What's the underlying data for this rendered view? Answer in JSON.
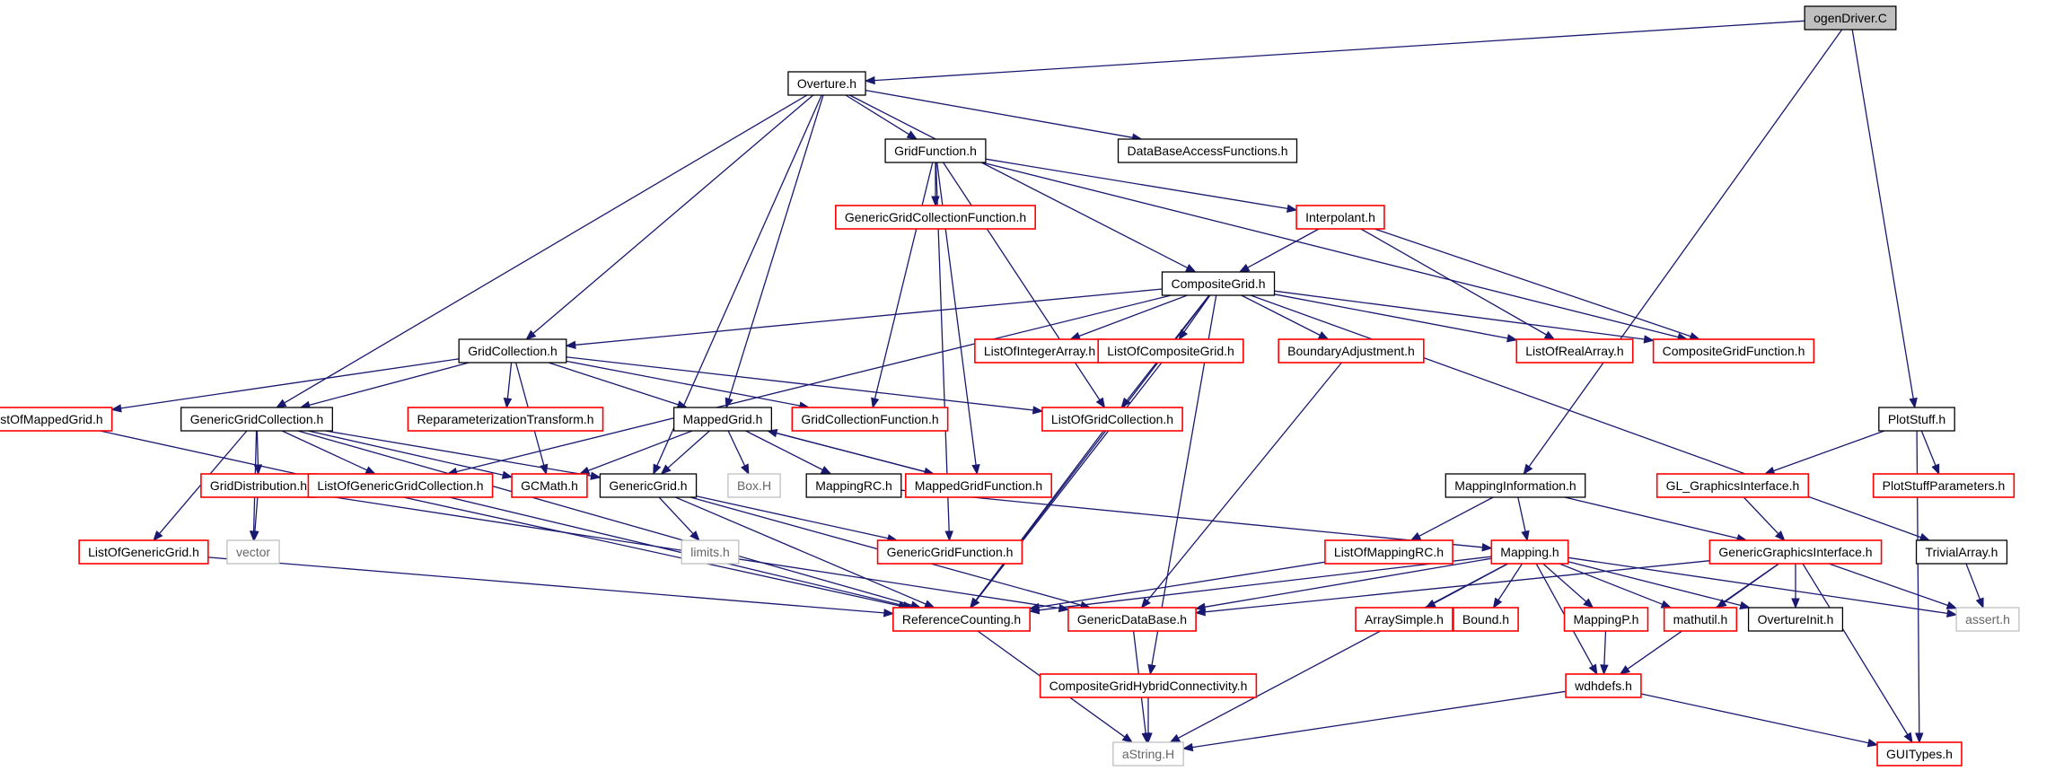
{
  "colors": {
    "edge": "#191970",
    "normal_border": "#000000",
    "red_border": "#ff0000",
    "gray_border": "#bfbfbf",
    "root_fill": "#bfbfbf",
    "gray_text": "#666666"
  },
  "nodes": [
    {
      "id": "ogenDriver",
      "label": "ogenDriver.C",
      "style": "root"
    },
    {
      "id": "Overture",
      "label": "Overture.h",
      "style": "normal"
    },
    {
      "id": "GridFunction",
      "label": "GridFunction.h",
      "style": "normal"
    },
    {
      "id": "DataBaseAccessFunctions",
      "label": "DataBaseAccessFunctions.h",
      "style": "normal"
    },
    {
      "id": "GenericGridCollectionFunction",
      "label": "GenericGridCollectionFunction.h",
      "style": "red"
    },
    {
      "id": "Interpolant",
      "label": "Interpolant.h",
      "style": "red"
    },
    {
      "id": "CompositeGrid",
      "label": "CompositeGrid.h",
      "style": "normal"
    },
    {
      "id": "GridCollection",
      "label": "GridCollection.h",
      "style": "normal"
    },
    {
      "id": "ListOfIntegerArray",
      "label": "ListOfIntegerArray.h",
      "style": "red"
    },
    {
      "id": "ListOfCompositeGrid",
      "label": "ListOfCompositeGrid.h",
      "style": "red"
    },
    {
      "id": "BoundaryAdjustment",
      "label": "BoundaryAdjustment.h",
      "style": "red"
    },
    {
      "id": "ListOfRealArray",
      "label": "ListOfRealArray.h",
      "style": "red"
    },
    {
      "id": "CompositeGridFunction",
      "label": "CompositeGridFunction.h",
      "style": "red"
    },
    {
      "id": "ListOfMappedGrid",
      "label": "ListOfMappedGrid.h",
      "style": "red"
    },
    {
      "id": "GenericGridCollection",
      "label": "GenericGridCollection.h",
      "style": "normal"
    },
    {
      "id": "ReparameterizationTransform",
      "label": "ReparameterizationTransform.h",
      "style": "red"
    },
    {
      "id": "MappedGrid",
      "label": "MappedGrid.h",
      "style": "normal"
    },
    {
      "id": "GridCollectionFunction",
      "label": "GridCollectionFunction.h",
      "style": "red"
    },
    {
      "id": "ListOfGridCollection",
      "label": "ListOfGridCollection.h",
      "style": "red"
    },
    {
      "id": "PlotStuff",
      "label": "PlotStuff.h",
      "style": "normal"
    },
    {
      "id": "GridDistribution",
      "label": "GridDistribution.h",
      "style": "red"
    },
    {
      "id": "ListOfGenericGridCollection",
      "label": "ListOfGenericGridCollection.h",
      "style": "red"
    },
    {
      "id": "GCMath",
      "label": "GCMath.h",
      "style": "red"
    },
    {
      "id": "GenericGrid",
      "label": "GenericGrid.h",
      "style": "normal"
    },
    {
      "id": "BoxH",
      "label": "Box.H",
      "style": "gray"
    },
    {
      "id": "MappingRC",
      "label": "MappingRC.h",
      "style": "normal"
    },
    {
      "id": "MappedGridFunction",
      "label": "MappedGridFunction.h",
      "style": "red"
    },
    {
      "id": "MappingInformation",
      "label": "MappingInformation.h",
      "style": "normal"
    },
    {
      "id": "GL_GraphicsInterface",
      "label": "GL_GraphicsInterface.h",
      "style": "red"
    },
    {
      "id": "PlotStuffParameters",
      "label": "PlotStuffParameters.h",
      "style": "red"
    },
    {
      "id": "ListOfGenericGrid",
      "label": "ListOfGenericGrid.h",
      "style": "red"
    },
    {
      "id": "vector",
      "label": "vector",
      "style": "gray"
    },
    {
      "id": "limits",
      "label": "limits.h",
      "style": "gray"
    },
    {
      "id": "GenericGridFunction",
      "label": "GenericGridFunction.h",
      "style": "red"
    },
    {
      "id": "ListOfMappingRC",
      "label": "ListOfMappingRC.h",
      "style": "red"
    },
    {
      "id": "Mapping",
      "label": "Mapping.h",
      "style": "red"
    },
    {
      "id": "GenericGraphicsInterface",
      "label": "GenericGraphicsInterface.h",
      "style": "red"
    },
    {
      "id": "TrivialArray",
      "label": "TrivialArray.h",
      "style": "normal"
    },
    {
      "id": "ReferenceCounting",
      "label": "ReferenceCounting.h",
      "style": "red"
    },
    {
      "id": "GenericDataBase",
      "label": "GenericDataBase.h",
      "style": "red"
    },
    {
      "id": "ArraySimple",
      "label": "ArraySimple.h",
      "style": "red"
    },
    {
      "id": "Bound",
      "label": "Bound.h",
      "style": "red"
    },
    {
      "id": "MappingP",
      "label": "MappingP.h",
      "style": "red"
    },
    {
      "id": "mathutil",
      "label": "mathutil.h",
      "style": "red"
    },
    {
      "id": "OvertureInit",
      "label": "OvertureInit.h",
      "style": "normal"
    },
    {
      "id": "assert",
      "label": "assert.h",
      "style": "gray"
    },
    {
      "id": "CompositeGridHybridConnectivity",
      "label": "CompositeGridHybridConnectivity.h",
      "style": "red"
    },
    {
      "id": "wdhdefs",
      "label": "wdhdefs.h",
      "style": "red"
    },
    {
      "id": "aString",
      "label": "aString.H",
      "style": "gray"
    },
    {
      "id": "GUITypes",
      "label": "GUITypes.h",
      "style": "red"
    }
  ],
  "edges": [
    [
      "ogenDriver",
      "Overture"
    ],
    [
      "ogenDriver",
      "MappingInformation"
    ],
    [
      "ogenDriver",
      "PlotStuff"
    ],
    [
      "Overture",
      "GridFunction"
    ],
    [
      "Overture",
      "DataBaseAccessFunctions"
    ],
    [
      "Overture",
      "CompositeGrid"
    ],
    [
      "Overture",
      "GridCollection"
    ],
    [
      "Overture",
      "GenericGridCollection"
    ],
    [
      "Overture",
      "MappedGrid"
    ],
    [
      "Overture",
      "GenericGrid"
    ],
    [
      "GridFunction",
      "GenericGridCollectionFunction"
    ],
    [
      "GridFunction",
      "Interpolant"
    ],
    [
      "GridFunction",
      "CompositeGridFunction"
    ],
    [
      "GridFunction",
      "GridCollectionFunction"
    ],
    [
      "GridFunction",
      "MappedGridFunction"
    ],
    [
      "GridFunction",
      "GenericGridFunction"
    ],
    [
      "GridFunction",
      "ListOfGridCollection"
    ],
    [
      "Interpolant",
      "CompositeGrid"
    ],
    [
      "Interpolant",
      "ListOfRealArray"
    ],
    [
      "Interpolant",
      "CompositeGridFunction"
    ],
    [
      "CompositeGrid",
      "GridCollection"
    ],
    [
      "CompositeGrid",
      "ListOfIntegerArray"
    ],
    [
      "CompositeGrid",
      "ListOfCompositeGrid"
    ],
    [
      "CompositeGrid",
      "BoundaryAdjustment"
    ],
    [
      "CompositeGrid",
      "ListOfRealArray"
    ],
    [
      "CompositeGrid",
      "CompositeGridFunction"
    ],
    [
      "CompositeGrid",
      "ListOfGridCollection"
    ],
    [
      "CompositeGrid",
      "ListOfGenericGridCollection"
    ],
    [
      "CompositeGrid",
      "TrivialArray"
    ],
    [
      "CompositeGrid",
      "CompositeGridHybridConnectivity"
    ],
    [
      "CompositeGrid",
      "ReferenceCounting"
    ],
    [
      "GridCollection",
      "ListOfMappedGrid"
    ],
    [
      "GridCollection",
      "GenericGridCollection"
    ],
    [
      "GridCollection",
      "ReparameterizationTransform"
    ],
    [
      "GridCollection",
      "MappedGrid"
    ],
    [
      "GridCollection",
      "GridCollectionFunction"
    ],
    [
      "GridCollection",
      "ListOfGridCollection"
    ],
    [
      "GridCollection",
      "GCMath"
    ],
    [
      "GenericGridCollection",
      "GridDistribution"
    ],
    [
      "GenericGridCollection",
      "ListOfGenericGridCollection"
    ],
    [
      "GenericGridCollection",
      "GCMath"
    ],
    [
      "GenericGridCollection",
      "GenericGrid"
    ],
    [
      "GenericGridCollection",
      "ListOfGenericGrid"
    ],
    [
      "GenericGridCollection",
      "vector"
    ],
    [
      "GenericGridCollection",
      "ReferenceCounting"
    ],
    [
      "MappedGrid",
      "GenericGrid"
    ],
    [
      "MappedGrid",
      "BoxH"
    ],
    [
      "MappedGrid",
      "MappingRC"
    ],
    [
      "MappedGrid",
      "MappedGridFunction"
    ],
    [
      "MappedGrid",
      "GCMath"
    ],
    [
      "MappedGridFunction",
      "MappedGrid"
    ],
    [
      "MappingRC",
      "Mapping"
    ],
    [
      "GenericGrid",
      "limits"
    ],
    [
      "GenericGrid",
      "GenericGridFunction"
    ],
    [
      "GenericGrid",
      "ReferenceCounting"
    ],
    [
      "GenericGrid",
      "GenericDataBase"
    ],
    [
      "GridDistribution",
      "vector"
    ],
    [
      "GridDistribution",
      "GenericDataBase"
    ],
    [
      "ListOfGenericGridCollection",
      "ReferenceCounting"
    ],
    [
      "ListOfGenericGrid",
      "ReferenceCounting"
    ],
    [
      "ListOfMappedGrid",
      "ReferenceCounting"
    ],
    [
      "ListOfGridCollection",
      "ReferenceCounting"
    ],
    [
      "ListOfCompositeGrid",
      "ReferenceCounting"
    ],
    [
      "BoundaryAdjustment",
      "GenericDataBase"
    ],
    [
      "PlotStuff",
      "GL_GraphicsInterface"
    ],
    [
      "PlotStuff",
      "PlotStuffParameters"
    ],
    [
      "PlotStuff",
      "GUITypes"
    ],
    [
      "GL_GraphicsInterface",
      "GenericGraphicsInterface"
    ],
    [
      "MappingInformation",
      "ListOfMappingRC"
    ],
    [
      "MappingInformation",
      "Mapping"
    ],
    [
      "MappingInformation",
      "GenericGraphicsInterface"
    ],
    [
      "ListOfMappingRC",
      "ReferenceCounting"
    ],
    [
      "Mapping",
      "ReferenceCounting"
    ],
    [
      "Mapping",
      "GenericDataBase"
    ],
    [
      "Mapping",
      "ArraySimple"
    ],
    [
      "Mapping",
      "Bound"
    ],
    [
      "Mapping",
      "MappingP"
    ],
    [
      "Mapping",
      "mathutil"
    ],
    [
      "Mapping",
      "OvertureInit"
    ],
    [
      "Mapping",
      "assert"
    ],
    [
      "Mapping",
      "wdhdefs"
    ],
    [
      "Mapping",
      "aString"
    ],
    [
      "MappingP",
      "wdhdefs"
    ],
    [
      "GenericGraphicsInterface",
      "GenericDataBase"
    ],
    [
      "GenericGraphicsInterface",
      "mathutil"
    ],
    [
      "GenericGraphicsInterface",
      "OvertureInit"
    ],
    [
      "GenericGraphicsInterface",
      "assert"
    ],
    [
      "GenericGraphicsInterface",
      "wdhdefs"
    ],
    [
      "GenericGraphicsInterface",
      "GUITypes"
    ],
    [
      "TrivialArray",
      "assert"
    ],
    [
      "ReferenceCounting",
      "aString"
    ],
    [
      "GenericDataBase",
      "aString"
    ],
    [
      "CompositeGridHybridConnectivity",
      "aString"
    ],
    [
      "wdhdefs",
      "aString"
    ],
    [
      "wdhdefs",
      "GUITypes"
    ]
  ]
}
